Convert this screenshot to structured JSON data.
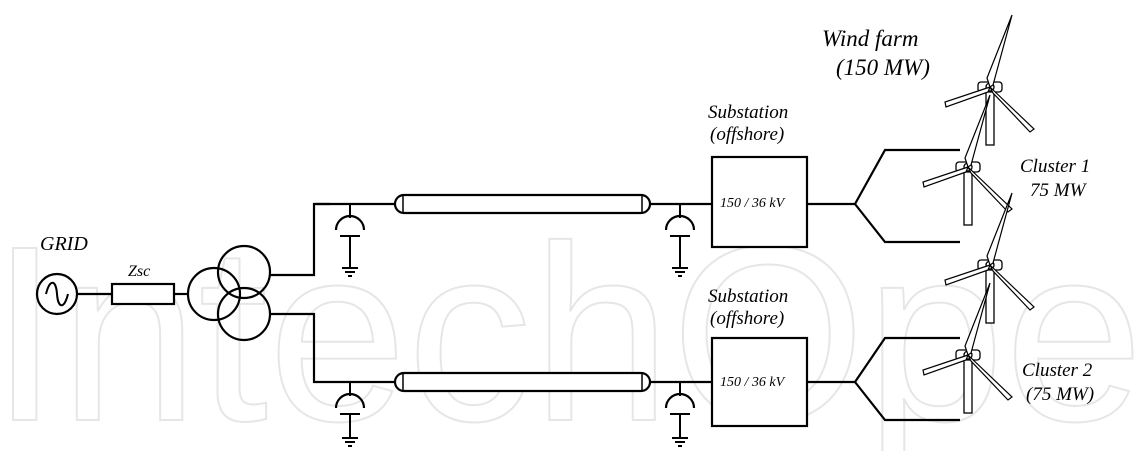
{
  "labels": {
    "grid": "GRID",
    "zsc": "Zsc",
    "wind_farm_line1": "Wind farm",
    "wind_farm_line2": "(150 MW)",
    "substation_top_line1": "Substation",
    "substation_top_line2": "(offshore)",
    "substation_top_rating": "150 / 36 kV",
    "substation_bottom_line1": "Substation",
    "substation_bottom_line2": "(offshore)",
    "substation_bottom_rating": "150 / 36 kV",
    "cluster1_line1": "Cluster 1",
    "cluster1_line2": "75 MW",
    "cluster2_line1": "Cluster 2",
    "cluster2_line2": "(75 MW)"
  },
  "watermark": "IntechOpen",
  "colors": {
    "line": "#000000",
    "watermark": "#e6e6e6"
  }
}
